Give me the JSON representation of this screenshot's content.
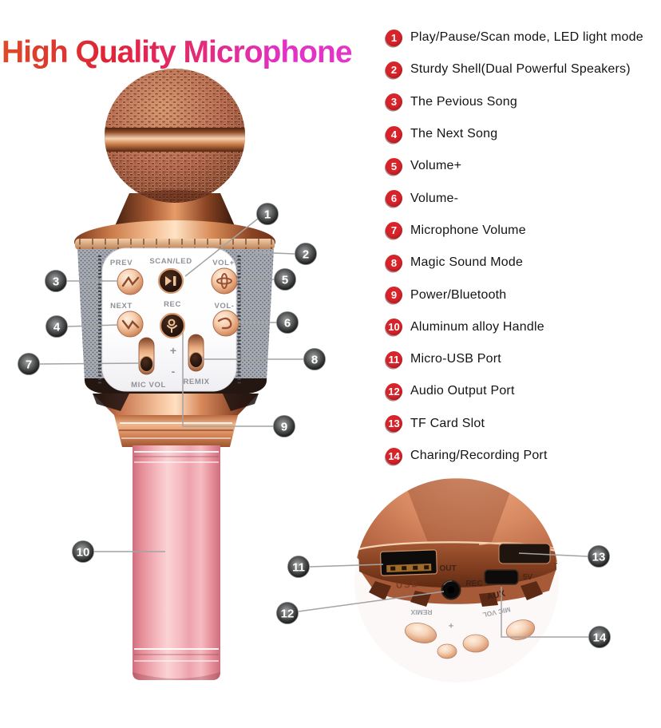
{
  "title": "High Quality Microphone",
  "features": [
    {
      "num": "1",
      "label": "Play/Pause/Scan mode, LED light mode"
    },
    {
      "num": "2",
      "label": "Sturdy Shell(Dual Powerful Speakers)"
    },
    {
      "num": "3",
      "label": "The Pevious Song"
    },
    {
      "num": "4",
      "label": "The Next Song"
    },
    {
      "num": "5",
      "label": "Volume+"
    },
    {
      "num": "6",
      "label": "Volume-"
    },
    {
      "num": "7",
      "label": "Microphone Volume"
    },
    {
      "num": "8",
      "label": "Magic Sound Mode"
    },
    {
      "num": "9",
      "label": "Power/Bluetooth"
    },
    {
      "num": "10",
      "label": "Aluminum alloy Handle"
    },
    {
      "num": "11",
      "label": "Micro-USB Port"
    },
    {
      "num": "12",
      "label": "Audio Output Port"
    },
    {
      "num": "13",
      "label": "TF Card Slot"
    },
    {
      "num": "14",
      "label": "Charing/Recording Port"
    }
  ],
  "panel": {
    "prev": "PREV",
    "scan_led": "SCAN/LED",
    "vol_plus": "VOL+",
    "next": "NEXT",
    "rec": "REC",
    "vol_minus": "VOL-",
    "mic_vol": "MIC VOL",
    "remix": "REMIX",
    "plus": "+",
    "minus": "-"
  },
  "ports": {
    "usb": "USB",
    "out": "OUT",
    "rec": "REC",
    "aux": "AUX",
    "five_v": "5V",
    "tf": "TF"
  },
  "colors": {
    "badge_red": "#d7232a",
    "callout_gray": "#8e9091",
    "line_gray": "#a3a3a3",
    "title_gradient_start": "#dd4b28",
    "title_gradient_end": "#e535c8",
    "handle_pink": "#f3b1b8",
    "copper": "#c97a48",
    "grille_gray": "#a9adb6"
  }
}
